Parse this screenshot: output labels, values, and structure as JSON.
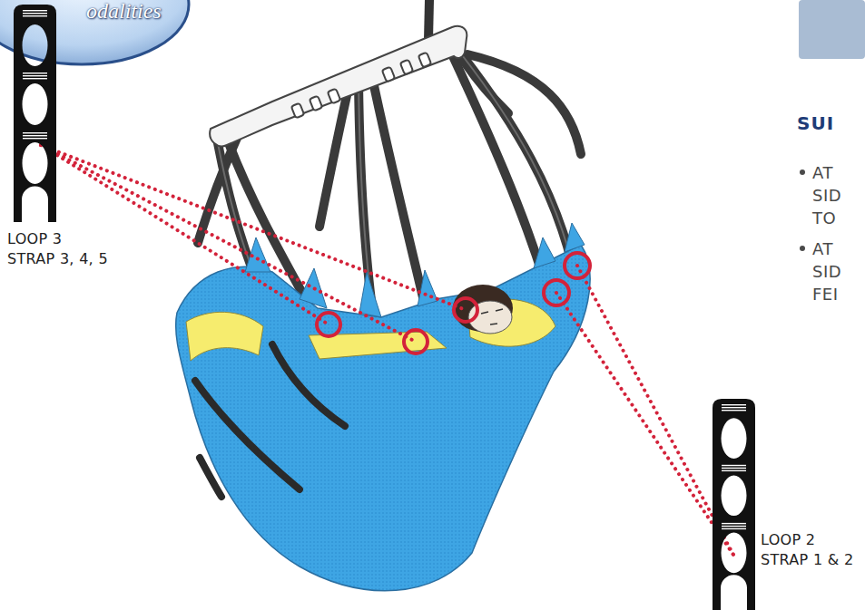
{
  "diagram": {
    "nodes": [
      {
        "text": [
          "odalities"
        ]
      },
      {
        "text": [
          "LOOP 3",
          "STRAP 3, 4, 5"
        ]
      },
      {
        "text": [
          "LOOP 2",
          "STRAP 1 & 2"
        ]
      }
    ],
    "labels": [
      "SUI",
      "AT SID TO",
      "AT SID FEI"
    ]
  }
}
